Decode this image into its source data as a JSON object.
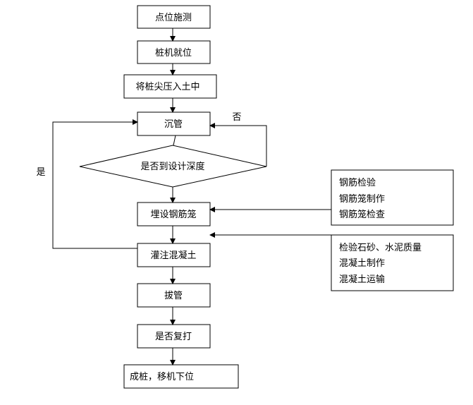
{
  "flow": {
    "step_survey": "点位施测",
    "step_position_rig": "桩机就位",
    "step_press_tip": "将桩尖压入土中",
    "step_sink_casing": "沉管",
    "decision_depth": "是否到设计深度",
    "step_place_cage": "埋设钢筋笼",
    "step_pour_concrete": "灌注混凝土",
    "step_pull_casing": "拔管",
    "decision_retap": "是否复打",
    "step_finish": "成桩，移机下位"
  },
  "branch_labels": {
    "no": "否",
    "yes": "是"
  },
  "side_inputs": {
    "rebar": [
      "钢筋检验",
      "钢筋笼制作",
      "钢筋笼检查"
    ],
    "concrete": [
      "检验石砂、水泥质量",
      "混凝土制作",
      "混凝土运输"
    ]
  }
}
